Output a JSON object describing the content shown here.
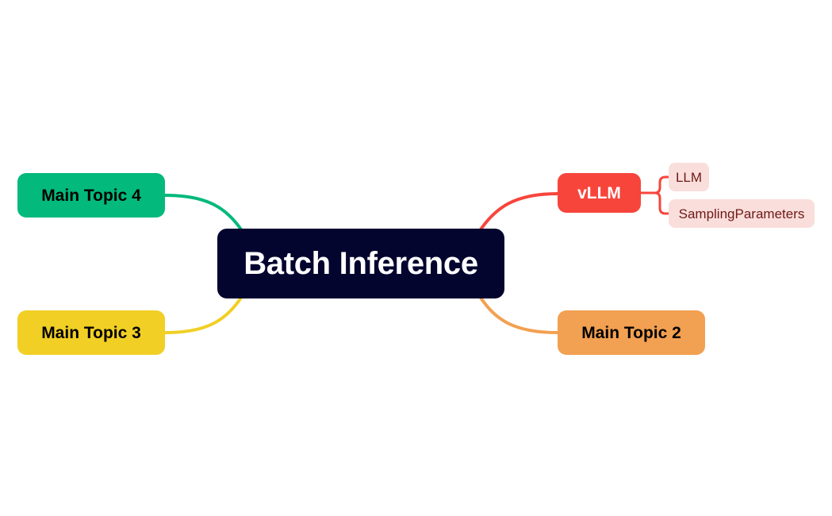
{
  "diagram": {
    "type": "mind-map",
    "background_color": "#ffffff",
    "root": {
      "label": "Batch Inference",
      "fill": "#03052E",
      "text_color": "#ffffff"
    },
    "branches": [
      {
        "id": "topic4",
        "label": "Main Topic 4",
        "fill": "#03B97C",
        "text_color": "#000000",
        "side": "left",
        "children": []
      },
      {
        "id": "topic3",
        "label": "Main Topic 3",
        "fill": "#F1CF25",
        "text_color": "#000000",
        "side": "left",
        "children": []
      },
      {
        "id": "vllm",
        "label": "vLLM",
        "fill": "#F7453C",
        "text_color": "#ffffff",
        "side": "right",
        "children": [
          {
            "id": "llm",
            "label": "LLM",
            "fill": "#FADEDB",
            "text_color": "#6D1A17"
          },
          {
            "id": "sampling-parameters",
            "label": "SamplingParameters",
            "fill": "#FADEDB",
            "text_color": "#6D1A17"
          }
        ]
      },
      {
        "id": "topic2",
        "label": "Main Topic 2",
        "fill": "#F2A051",
        "text_color": "#000000",
        "side": "right",
        "children": []
      }
    ],
    "edges": [
      {
        "id": "edge-root-topic4",
        "color": "#03B97C",
        "width": 4
      },
      {
        "id": "edge-root-topic3",
        "color": "#F1CF25",
        "width": 4
      },
      {
        "id": "edge-root-vllm",
        "color": "#F7453C",
        "width": 4
      },
      {
        "id": "edge-root-topic2",
        "color": "#F2A051",
        "width": 4
      },
      {
        "id": "edge-vllm-llm",
        "color": "#F7453C",
        "width": 3
      },
      {
        "id": "edge-vllm-sampling",
        "color": "#F7453C",
        "width": 3
      }
    ]
  }
}
